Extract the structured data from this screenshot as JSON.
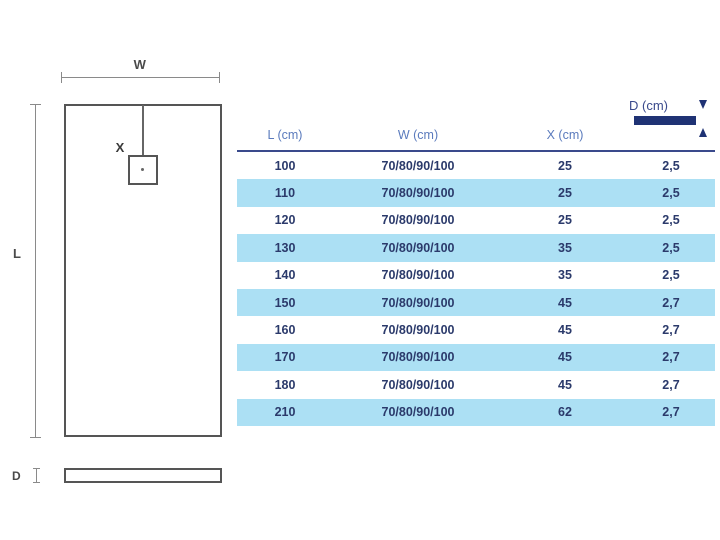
{
  "drawing": {
    "width_label": "W",
    "length_label": "L",
    "drain_offset_label": "X",
    "depth_label": "D",
    "plan_view_name": "shower-tray-plan-view",
    "profile_view_name": "shower-tray-side-profile",
    "drain_name": "drain-outlet-square",
    "line_color": "#555555",
    "dim_line_color": "#8a8a8a"
  },
  "table": {
    "columns": [
      {
        "key": "L",
        "label": "L (cm)"
      },
      {
        "key": "W",
        "label": "W (cm)"
      },
      {
        "key": "X",
        "label": "X (cm)"
      },
      {
        "key": "D",
        "label": "D (cm)"
      }
    ],
    "depth_header": {
      "label": "D (cm)",
      "bar_color": "#1f3274",
      "arrow_up": "▲",
      "arrow_down": "▼"
    },
    "header_text_color": "#5b7bbd",
    "header_rule_color": "#3a4a8c",
    "row_alt_color": "#ace0f4",
    "row_text_color": "#2b3a6b",
    "rows": [
      {
        "L": "100",
        "W": "70/80/90/100",
        "X": "25",
        "D": "2,5"
      },
      {
        "L": "110",
        "W": "70/80/90/100",
        "X": "25",
        "D": "2,5"
      },
      {
        "L": "120",
        "W": "70/80/90/100",
        "X": "25",
        "D": "2,5"
      },
      {
        "L": "130",
        "W": "70/80/90/100",
        "X": "35",
        "D": "2,5"
      },
      {
        "L": "140",
        "W": "70/80/90/100",
        "X": "35",
        "D": "2,5"
      },
      {
        "L": "150",
        "W": "70/80/90/100",
        "X": "45",
        "D": "2,7"
      },
      {
        "L": "160",
        "W": "70/80/90/100",
        "X": "45",
        "D": "2,7"
      },
      {
        "L": "170",
        "W": "70/80/90/100",
        "X": "45",
        "D": "2,7"
      },
      {
        "L": "180",
        "W": "70/80/90/100",
        "X": "45",
        "D": "2,7"
      },
      {
        "L": "210",
        "W": "70/80/90/100",
        "X": "62",
        "D": "2,7"
      }
    ]
  }
}
